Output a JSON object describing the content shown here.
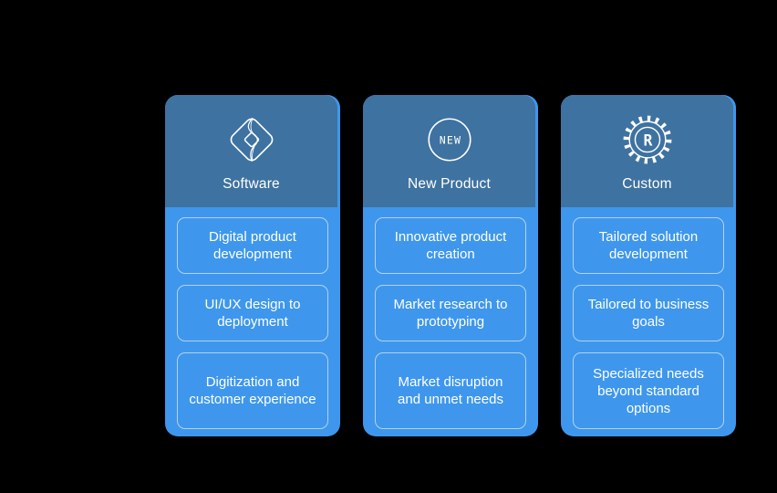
{
  "canvas": {
    "background": "#000000"
  },
  "colors": {
    "header_blue": "#3E72A0",
    "body_blue": "#3E97EC",
    "pill_border": "#D5E2EC",
    "text": "#FFFFFF"
  },
  "cards": [
    {
      "title": "Software",
      "icon": "software-diamond-icon",
      "items": [
        "Digital product development",
        "UI/UX design to deployment",
        "Digitization and customer experience"
      ]
    },
    {
      "title": "New Product",
      "icon": "new-badge-icon",
      "icon_text": "NEW",
      "items": [
        "Innovative product creation",
        "Market research to prototyping",
        "Market disruption and unmet needs"
      ]
    },
    {
      "title": "Custom",
      "icon": "gear-r-icon",
      "icon_letter": "R",
      "items": [
        "Tailored solution development",
        "Tailored to business goals",
        "Specialized needs beyond standard options"
      ]
    }
  ]
}
